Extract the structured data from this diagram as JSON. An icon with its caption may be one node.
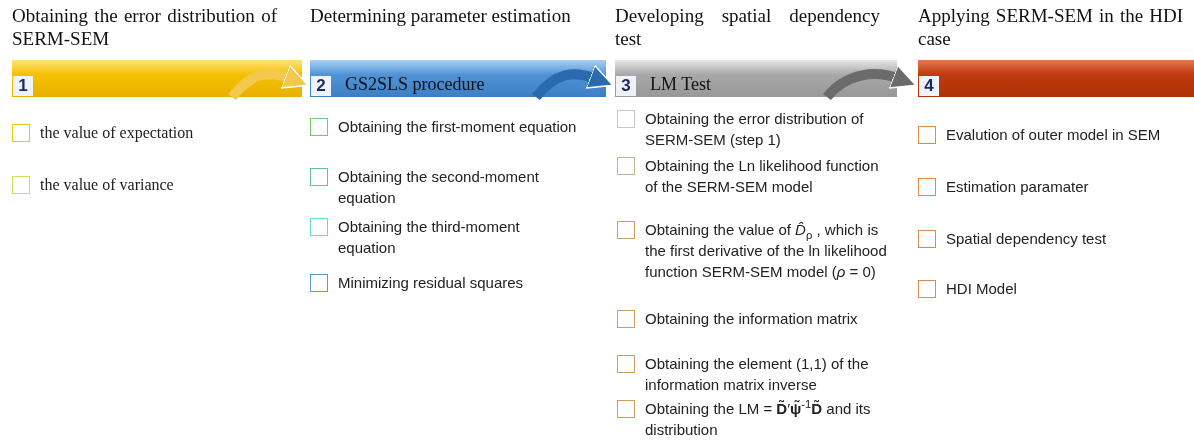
{
  "diagram": {
    "nodes": [
      {
        "text": [
          "Obtaining the error distribution of SERM-SEM",
          "1"
        ]
      },
      {
        "text": [
          "the value of expectation"
        ]
      },
      {
        "text": [
          "the value of variance"
        ]
      },
      {
        "text": [
          "Determining parameter estimation",
          "2",
          "GS2SLS procedure"
        ]
      },
      {
        "text": [
          "Obtaining the first-moment equation"
        ]
      },
      {
        "text": [
          "Obtaining the second-moment equation"
        ]
      },
      {
        "text": [
          "Obtaining the third-moment equation"
        ]
      },
      {
        "text": [
          "Minimizing residual squares"
        ]
      },
      {
        "text": [
          "Developing spatial dependency test",
          "3",
          "LM Test"
        ]
      },
      {
        "text": [
          "Obtaining the error distribution of SERM-SEM (step 1)"
        ]
      },
      {
        "text": [
          "Obtaining the Ln likelihood function of the SERM-SEM model"
        ]
      },
      {
        "text": [
          "Obtaining the value of *D̂*$_{ρ}$ , which is the first derivative of the ln likelihood function SERM-SEM model (*ρ* = 0)"
        ]
      },
      {
        "text": [
          "Obtaining the information matrix"
        ]
      },
      {
        "text": [
          "Obtaining the element (1,1) of the information matrix inverse"
        ]
      },
      {
        "text": [
          "Obtaining the LM = **D̃**′**ψ̃**$^{-1}$**D̃** and its distribution"
        ]
      },
      {
        "text": [
          "Applying SERM-SEM in the HDI case",
          "4"
        ]
      },
      {
        "text": [
          "Evalution of outer model in SEM"
        ]
      },
      {
        "text": [
          "Estimation paramater"
        ]
      },
      {
        "text": [
          "Spatial dependency test"
        ]
      },
      {
        "text": [
          "HDI Model"
        ]
      }
    ],
    "edges": [
      {
        "from": 0,
        "to": 3,
        "arrow": "to",
        "color": "#f2c94c"
      },
      {
        "from": 3,
        "to": 8,
        "arrow": "to",
        "color": "#2a6aad"
      },
      {
        "from": 8,
        "to": 15,
        "arrow": "to",
        "color": "#6b6b6b"
      }
    ]
  }
}
